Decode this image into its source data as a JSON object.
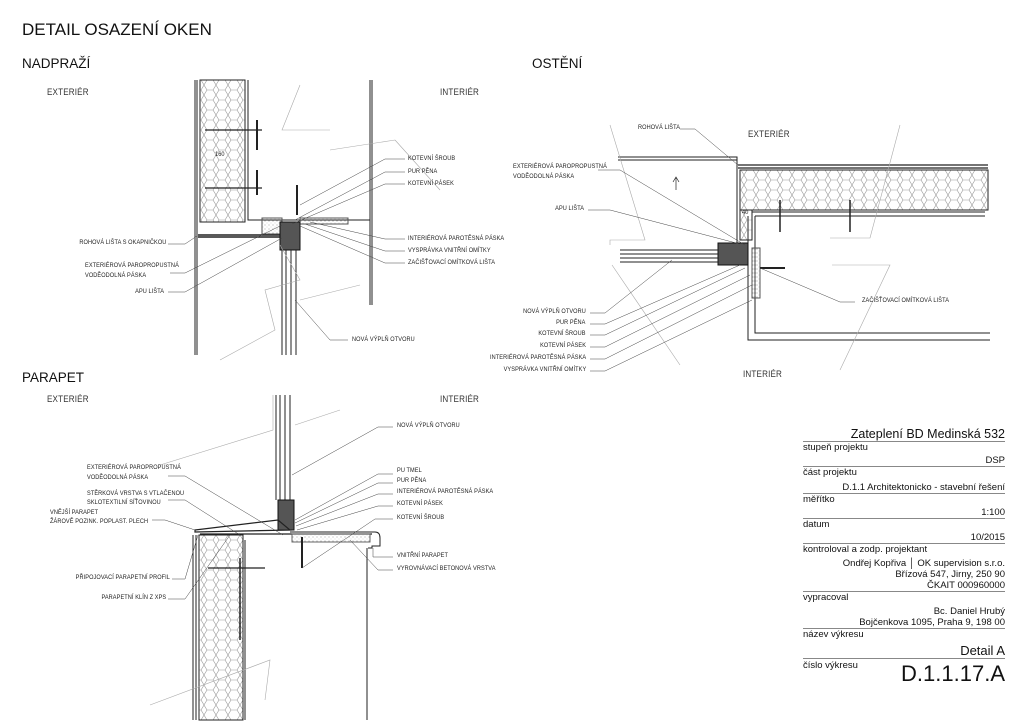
{
  "title": "DETAIL OSAZENÍ OKEN",
  "sections": {
    "nadprazi": {
      "heading": "NADPRAŽÍ",
      "exterior": "EXTERIÉR",
      "interior": "INTERIÉR",
      "dimension": "160",
      "labels": {
        "kotevni_sroub": "KOTEVNÍ ŠROUB",
        "pur_pena": "PUR PĚNA",
        "kotevni_pasek": "KOTEVNÍ PÁSEK",
        "interierova_paska": "INTERIÉROVÁ PAROTĚSNÁ PÁSKA",
        "vysprava": "VYSPRÁVKA VNITŘNÍ OMÍTKY",
        "zacistovaci": "ZAČIŠŤOVACÍ OMÍTKOVÁ LIŠTA",
        "nova_vypln": "NOVÁ VÝPLŇ OTVORU",
        "rohova_lista": "ROHOVÁ LIŠTA S OKAPNIČKOU",
        "exterierova_paska_1": "EXTERIÉROVÁ PAROPROPUSTNÁ",
        "exterierova_paska_2": "VODĚODOLNÁ PÁSKA",
        "apu_lista": "APU LIŠTA"
      }
    },
    "osteni": {
      "heading": "OSTĚNÍ",
      "exterior": "EXTERIÉR",
      "interior": "INTERIÉR",
      "dimension": "40",
      "labels": {
        "rohova_lista": "ROHOVÁ LIŠTA",
        "exterierova_paska_1": "EXTERIÉROVÁ PAROPROPUSTNÁ",
        "exterierova_paska_2": "VODĚODOLNÁ PÁSKA",
        "apu_lista": "APU LIŠTA",
        "zacistovaci": "ZAČIŠŤOVACÍ OMÍTKOVÁ LIŠTA",
        "nova_vypln": "NOVÁ VÝPLŇ OTVORU",
        "pur_pena": "PUR PĚNA",
        "kotevni_sroub": "KOTEVNÍ ŠROUB",
        "kotevni_pasek": "KOTEVNÍ PÁSEK",
        "interierova_paska": "INTERIÉROVÁ PAROTĚSNÁ PÁSKA",
        "vysprava": "VYSPRÁVKA VNITŘNÍ OMÍTKY"
      }
    },
    "parapet": {
      "heading": "PARAPET",
      "exterior": "EXTERIÉR",
      "interior": "INTERIÉR",
      "labels": {
        "nova_vypln": "NOVÁ VÝPLŇ OTVORU",
        "pu_tmel": "PU TMEL",
        "pur_pena": "PUR PĚNA",
        "interierova_paska": "INTERIÉROVÁ PAROTĚSNÁ PÁSKA",
        "kotevni_pasek": "KOTEVNÍ PÁSEK",
        "kotevni_sroub": "KOTEVNÍ ŠROUB",
        "vnitrni_parapet": "VNITŘNÍ PARAPET",
        "vyrovnavaci": "VYROVNÁVACÍ BETONOVÁ VRSTVA",
        "exterierova_paska_1": "EXTERIÉROVÁ PAROPROPUSTNÁ",
        "exterierova_paska_2": "VODĚODOLNÁ PÁSKA",
        "sterkova_1": "STĚRKOVÁ VRSTVA S VTLAČENOU",
        "sterkova_2": "SKLOTEXTILNÍ SÍŤOVINOU",
        "vnejsi_1": "VNĚJŠÍ PARAPET",
        "vnejsi_2": "ŽÁROVĚ POZINK. POPLAST. PLECH",
        "pripojovaci": "PŘIPOJOVACÍ PARAPETNÍ PROFIL",
        "klin": "PARAPETNÍ KLÍN Z XPS"
      }
    }
  },
  "title_block": {
    "project": "Zateplení BD Medinská 532",
    "stage_label": "stupeň projektu",
    "stage": "DSP",
    "part_label": "část projektu",
    "part": "D.1.1 Architektonicko - stavební řešení",
    "scale_label": "měřítko",
    "scale": "1:100",
    "date_label": "datum",
    "date": "10/2015",
    "checked_label": "kontroloval a zodp. projektant",
    "checked_name": "Ondřej Kopřiva │ OK supervision s.r.o.",
    "checked_address": "Břízová 547, Jirny, 250 90",
    "checked_ckait": "ČKAIT 000960000",
    "drawn_label": "vypracoval",
    "drawn_name": "Bc. Daniel Hrubý",
    "drawn_address": "Bojčenkova 1095, Praha 9, 198 00",
    "drawing_name_label": "název výkresu",
    "drawing_name": "Detail A",
    "drawing_number_label": "číslo výkresu",
    "drawing_number": "D.1.1.17.A"
  }
}
